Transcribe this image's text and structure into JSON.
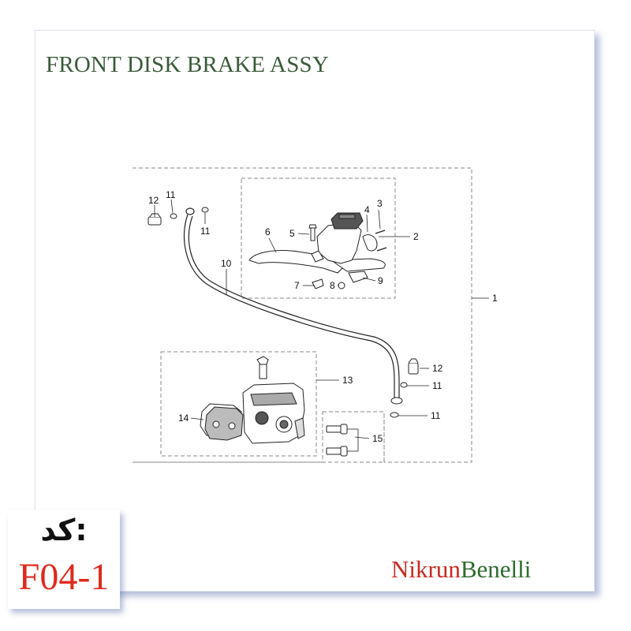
{
  "title": "FRONT DISK BRAKE ASSY",
  "callouts": {
    "c1": "1",
    "c2": "2",
    "c3": "3",
    "c4": "4",
    "c5": "5",
    "c6": "6",
    "c7": "7",
    "c8": "8",
    "c9": "9",
    "c10": "10",
    "c11": "11",
    "c12": "12",
    "c13": "13",
    "c14": "14",
    "c15": "15"
  },
  "code": {
    "label": "کد:",
    "value": "F04-1"
  },
  "brand": {
    "part1": "Nikrun",
    "part2": "Benelli"
  },
  "colors": {
    "title": "#3a5a3a",
    "code_value": "#e02a1e",
    "brand_part1": "#c8281e",
    "brand_part2": "#2e6b2e",
    "frame_line": "#8a8a8a",
    "line_art": "#222222",
    "sheet_shadow": "#5a6eaa"
  }
}
